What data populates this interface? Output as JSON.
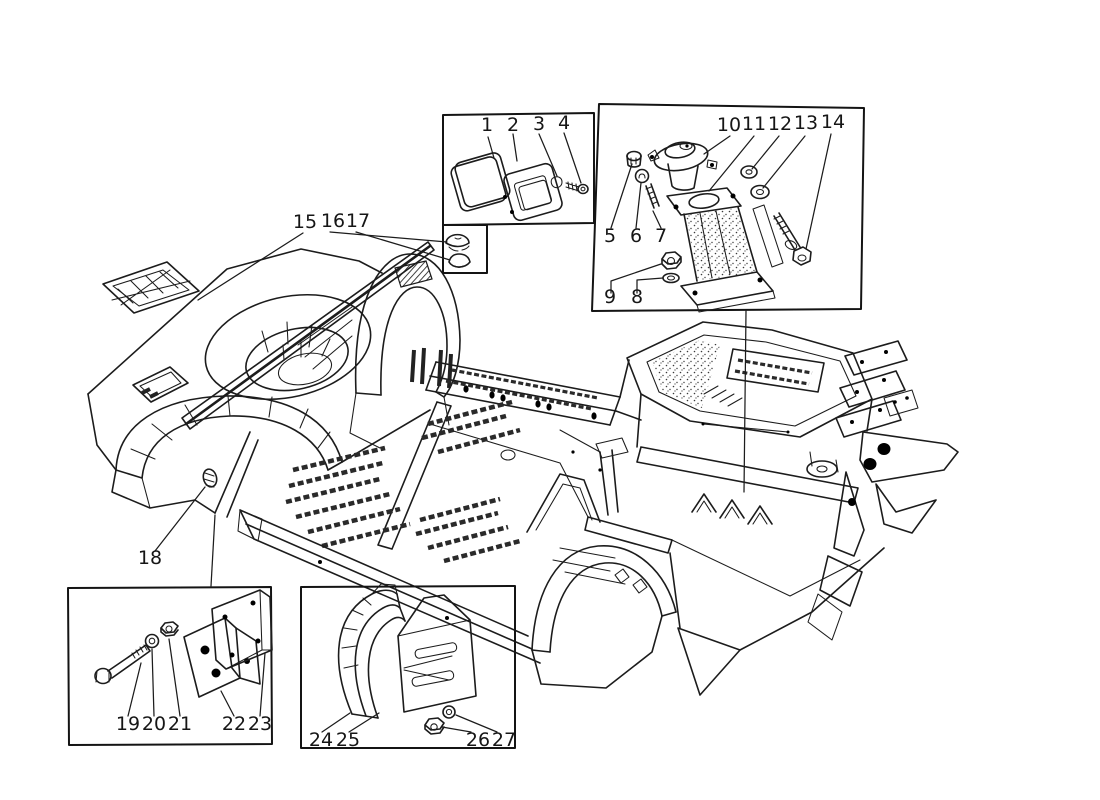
{
  "figure": {
    "background": "#ffffff",
    "ink": "#1c1c1c",
    "callouts": {
      "plate_group": [
        "1",
        "2",
        "3",
        "4"
      ],
      "mount_small_parts": [
        "5",
        "6",
        "7",
        "8",
        "9"
      ],
      "mount_parts": [
        "10",
        "11",
        "12",
        "13",
        "14"
      ],
      "grommet_parts": [
        "15",
        "16",
        "17",
        "18"
      ],
      "bracket_parts": [
        "19",
        "20",
        "21",
        "22",
        "23"
      ],
      "arch_parts": [
        "24",
        "25",
        "26",
        "27"
      ]
    }
  }
}
